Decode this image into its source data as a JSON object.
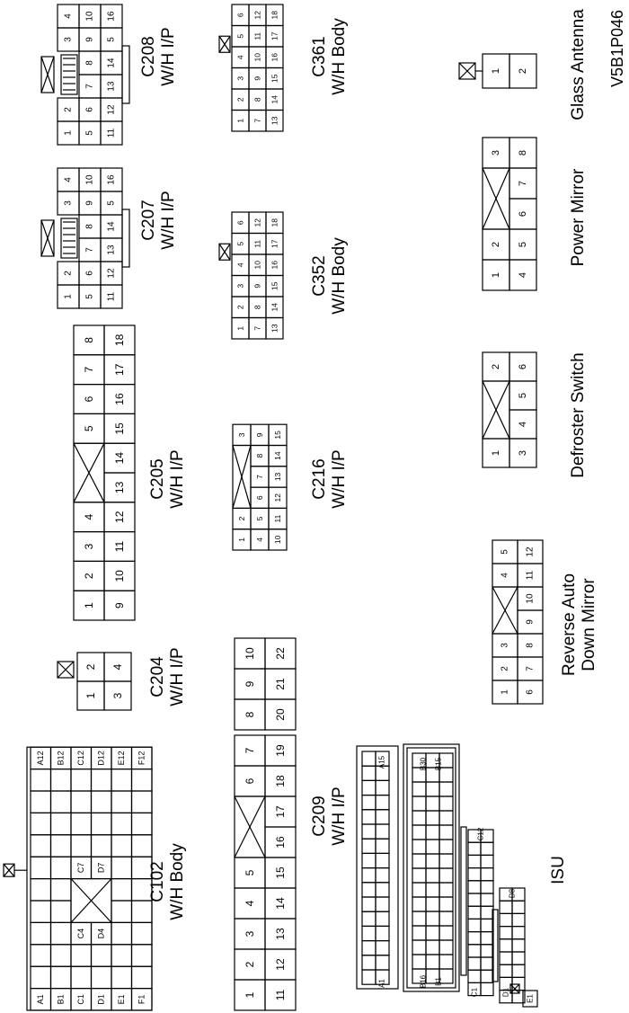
{
  "figure_code": "V5B1P046",
  "connectors": {
    "c208": {
      "name": "C208",
      "harness": "W/H I/P",
      "rows": [
        [
          "1",
          "2",
          "3",
          "4"
        ],
        [
          "5",
          "6",
          "7",
          "8",
          "9",
          "10"
        ],
        [
          "11",
          "12",
          "13",
          "14",
          "5",
          "16"
        ]
      ]
    },
    "c207": {
      "name": "C207",
      "harness": "W/H I/P",
      "rows": [
        [
          "1",
          "2",
          "3",
          "4"
        ],
        [
          "5",
          "6",
          "7",
          "8",
          "9",
          "10"
        ],
        [
          "11",
          "12",
          "13",
          "14",
          "5",
          "16"
        ]
      ]
    },
    "c361": {
      "name": "C361",
      "harness": "W/H Body",
      "rows": [
        [
          "1",
          "2",
          "3",
          "4",
          "5",
          "6"
        ],
        [
          "7",
          "8",
          "9",
          "10",
          "11",
          "12"
        ],
        [
          "13",
          "14",
          "15",
          "16",
          "17",
          "18"
        ]
      ]
    },
    "c352": {
      "name": "C352",
      "harness": "W/H Body",
      "rows": [
        [
          "1",
          "2",
          "3",
          "4",
          "5",
          "6"
        ],
        [
          "7",
          "8",
          "9",
          "10",
          "11",
          "12"
        ],
        [
          "13",
          "14",
          "15",
          "16",
          "17",
          "18"
        ]
      ]
    },
    "glass_antenna": {
      "name": "Glass Antenna",
      "pins": [
        "1",
        "2"
      ]
    },
    "power_mirror": {
      "name": "Power Mirror",
      "rows": [
        [
          "1",
          "2",
          "3"
        ],
        [
          "4",
          "5",
          "6",
          "7",
          "8"
        ]
      ]
    },
    "defroster_switch": {
      "name": "Defroster Switch",
      "rows": [
        [
          "1",
          "2"
        ],
        [
          "3",
          "4",
          "5",
          "6"
        ]
      ]
    },
    "reverse_auto": {
      "name_line1": "Reverse Auto",
      "name_line2": "Down Mirror",
      "rows": [
        [
          "1",
          "2",
          "3",
          "4",
          "5"
        ],
        [
          "6",
          "7",
          "8",
          "9",
          "10",
          "11",
          "12"
        ]
      ]
    },
    "c205": {
      "name": "C205",
      "harness": "W/H I/P",
      "rows": [
        [
          "1",
          "2",
          "3",
          "4",
          "5",
          "6",
          "7",
          "8"
        ],
        [
          "9",
          "10",
          "11",
          "12",
          "13",
          "14",
          "15",
          "16",
          "17",
          "18"
        ]
      ]
    },
    "c216": {
      "name": "C216",
      "harness": "W/H I/P",
      "rows": [
        [
          "1",
          "2",
          "3"
        ],
        [
          "4",
          "5",
          "6",
          "7",
          "8",
          "9"
        ],
        [
          "10",
          "11",
          "12",
          "13",
          "14",
          "15"
        ]
      ]
    },
    "c204": {
      "name": "C204",
      "harness": "W/H I/P",
      "rows": [
        [
          "1",
          "2"
        ],
        [
          "3",
          "4"
        ]
      ]
    },
    "c209": {
      "name": "C209",
      "harness": "W/H I/P",
      "rows": [
        [
          "1",
          "2",
          "3",
          "4",
          "5",
          "6",
          "7",
          "8",
          "9",
          "10"
        ],
        [
          "11",
          "12",
          "13",
          "14",
          "15",
          "16",
          "17",
          "18",
          "19",
          "20",
          "21",
          "22"
        ]
      ]
    },
    "c102": {
      "name": "C102",
      "harness": "W/H Body",
      "row_start": [
        "A1",
        "B1",
        "C1",
        "D1",
        "E1",
        "F1"
      ],
      "row_end": [
        "A12",
        "B12",
        "C12",
        "D12",
        "E12",
        "F12"
      ],
      "inner": [
        "C4",
        "D4",
        "C7",
        "D7"
      ]
    },
    "isu": {
      "name": "ISU",
      "labels": [
        "A1",
        "A15",
        "B16",
        "B1",
        "B30",
        "B15",
        "C1",
        "C12",
        "D1",
        "D8",
        "E1"
      ]
    }
  }
}
